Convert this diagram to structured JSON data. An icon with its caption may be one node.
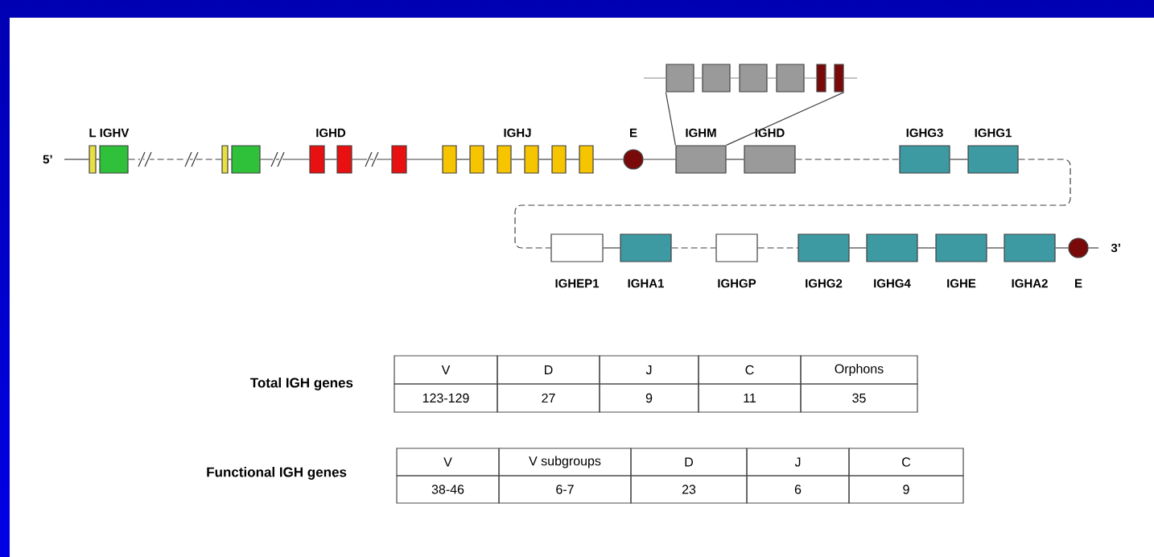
{
  "diagram": {
    "nodes": [
      {
        "text": [],
        "shape": "box"
      },
      {
        "text": [],
        "shape": "box"
      },
      {
        "text": [],
        "shape": "box"
      },
      {
        "text": [],
        "shape": "box"
      },
      {
        "text": [],
        "shape": "box"
      },
      {
        "text": [],
        "shape": "box"
      },
      {
        "text": [],
        "shape": "box"
      },
      {
        "text": [],
        "shape": "box"
      },
      {
        "text": [],
        "shape": "box"
      },
      {
        "text": [],
        "shape": "box"
      },
      {
        "text": [],
        "shape": "box"
      },
      {
        "text": [],
        "shape": "box"
      },
      {
        "text": [],
        "shape": "box"
      },
      {
        "text": [
          "E"
        ]
      },
      {
        "text": [
          "IGHM"
        ]
      },
      {
        "text": [
          "IGHD"
        ]
      },
      {
        "text": [
          "IGHG3"
        ]
      },
      {
        "text": [
          "IGHG1"
        ]
      },
      {
        "text": [],
        "shape": "box"
      },
      {
        "text": [],
        "shape": "box"
      },
      {
        "text": [],
        "shape": "box"
      },
      {
        "text": [],
        "shape": "box"
      },
      {
        "text": [],
        "shape": "box"
      },
      {
        "text": [],
        "shape": "box"
      },
      {
        "text": [
          "IGHEP1"
        ]
      },
      {
        "text": [
          "IGHA1"
        ]
      },
      {
        "text": [
          "IGHGP"
        ]
      },
      {
        "text": [
          "IGHG2"
        ]
      },
      {
        "text": [
          "IGHG4"
        ]
      },
      {
        "text": [
          "IGHE"
        ]
      },
      {
        "text": [
          "IGHA2"
        ]
      },
      {
        "text": [
          "E"
        ]
      }
    ],
    "edges": [
      {
        "from": 14,
        "to": 18,
        "arrow": "none"
      },
      {
        "from": 14,
        "to": 23,
        "arrow": "none"
      },
      {
        "from": null,
        "to": 0,
        "arrow": "none"
      },
      {
        "from": 0,
        "to": 1,
        "arrow": "none"
      },
      {
        "from": 1,
        "to": 2,
        "arrow": "none",
        "style": "dashed"
      },
      {
        "from": 2,
        "to": 3,
        "arrow": "none"
      },
      {
        "from": 3,
        "to": 4,
        "arrow": "none"
      },
      {
        "from": 4,
        "to": 5,
        "arrow": "none"
      },
      {
        "from": 5,
        "to": 6,
        "arrow": "none"
      },
      {
        "from": 6,
        "to": 7,
        "arrow": "none"
      },
      {
        "from": 7,
        "to": 8,
        "arrow": "none"
      },
      {
        "from": 8,
        "to": 9,
        "arrow": "none"
      },
      {
        "from": 9,
        "to": 10,
        "arrow": "none"
      },
      {
        "from": 10,
        "to": 11,
        "arrow": "none"
      },
      {
        "from": 11,
        "to": 12,
        "arrow": "none"
      },
      {
        "from": 12,
        "to": 13,
        "arrow": "none"
      },
      {
        "from": 13,
        "to": 14,
        "arrow": "none"
      },
      {
        "from": 14,
        "to": 15,
        "arrow": "none"
      },
      {
        "from": 15,
        "to": 16,
        "arrow": "none",
        "style": "dashed"
      },
      {
        "from": 16,
        "to": 17,
        "arrow": "none"
      },
      {
        "from": 17,
        "to": 24,
        "arrow": "none",
        "style": "dashed"
      },
      {
        "from": 24,
        "to": 25,
        "arrow": "none"
      },
      {
        "from": 25,
        "to": 26,
        "arrow": "none",
        "style": "dashed"
      },
      {
        "from": 26,
        "to": 27,
        "arrow": "none",
        "style": "dashed"
      },
      {
        "from": 27,
        "to": 28,
        "arrow": "none"
      },
      {
        "from": 28,
        "to": 29,
        "arrow": "none"
      },
      {
        "from": 29,
        "to": 30,
        "arrow": "none"
      },
      {
        "from": 30,
        "to": 31,
        "arrow": "none"
      },
      {
        "from": 31,
        "to": null,
        "arrow": "none"
      },
      {
        "from": null,
        "to": 18,
        "arrow": "none",
        "color": "#999999"
      },
      {
        "from": 18,
        "to": 19,
        "arrow": "none",
        "color": "#999999"
      },
      {
        "from": 19,
        "to": 20,
        "arrow": "none",
        "color": "#999999"
      },
      {
        "from": 20,
        "to": 21,
        "arrow": "none",
        "color": "#999999"
      },
      {
        "from": 21,
        "to": 22,
        "arrow": "none",
        "color": "#999999"
      },
      {
        "from": 22,
        "to": 23,
        "arrow": "none",
        "color": "#999999"
      },
      {
        "from": 23,
        "to": null,
        "arrow": "none",
        "color": "#999999"
      }
    ],
    "labels": [
      "5’",
      "3’",
      "L",
      "IGHV",
      "IGHD",
      "IGHJ",
      "Total IGH genes",
      "V",
      "D",
      "J",
      "C",
      "Orphons",
      "123-129",
      "27",
      "9",
      "11",
      "35",
      "Functional IGH genes",
      "V",
      "V subgroups",
      "D",
      "J",
      "C",
      "38-46",
      "6-7",
      "23",
      "6",
      "9"
    ]
  }
}
